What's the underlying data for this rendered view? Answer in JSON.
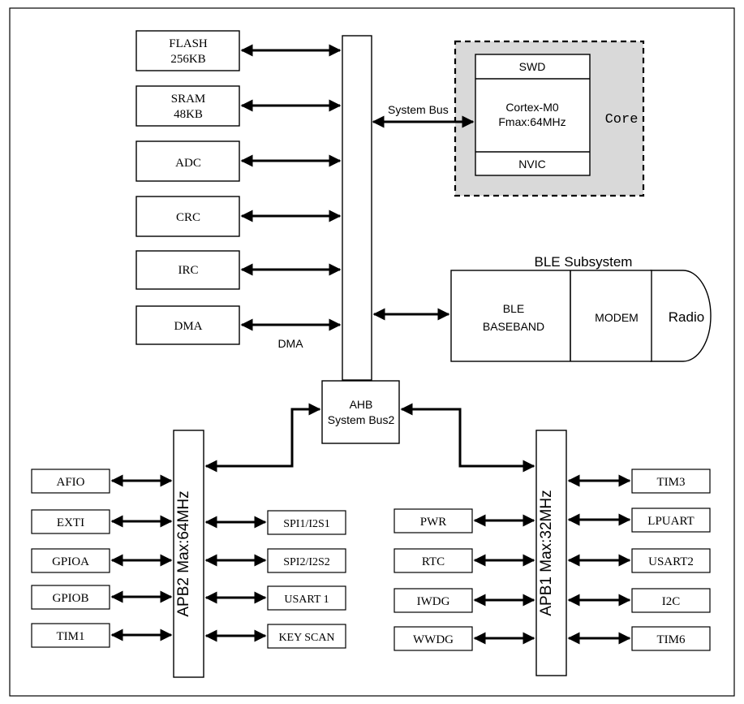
{
  "memory": {
    "flash": [
      "FLASH",
      "256KB"
    ],
    "sram": [
      "SRAM",
      "48KB"
    ],
    "adc": "ADC",
    "crc": "CRC",
    "irc": "IRC",
    "dma": "DMA",
    "dma_caption": "DMA"
  },
  "system_bus_label": "System Bus",
  "core": {
    "swd": "SWD",
    "cpu": [
      "Cortex-M0",
      "Fmax:64MHz"
    ],
    "nvic": "NVIC",
    "label": "Core"
  },
  "ble": {
    "title": "BLE Subsystem",
    "baseband": [
      "BLE",
      "BASEBAND"
    ],
    "modem": "MODEM",
    "radio": "Radio"
  },
  "ahb": [
    "AHB",
    "System Bus2"
  ],
  "apb2": {
    "label": "APB2 Max:64MHz",
    "left": [
      "AFIO",
      "EXTI",
      "GPIOA",
      "GPIOB",
      "TIM1"
    ],
    "right": [
      "SPI1/I2S1",
      "SPI2/I2S2",
      "USART 1",
      "KEY SCAN"
    ]
  },
  "apb1": {
    "label": "APB1 Max:32MHz",
    "left": [
      "PWR",
      "RTC",
      "IWDG",
      "WWDG"
    ],
    "right": [
      "TIM3",
      "LPUART",
      "USART2",
      "I2C",
      "TIM6"
    ]
  }
}
